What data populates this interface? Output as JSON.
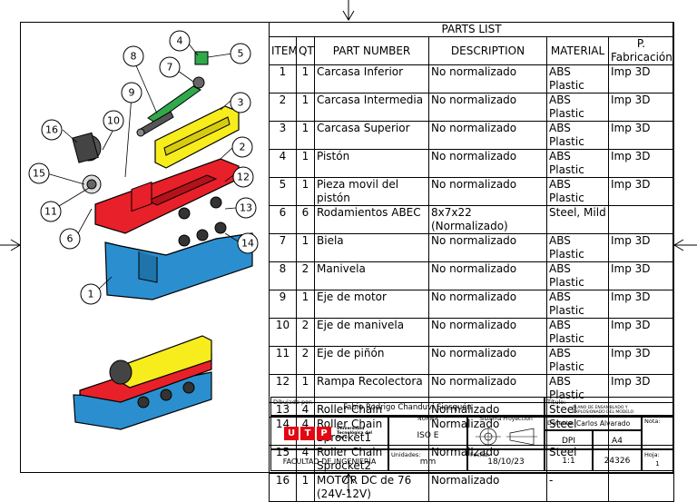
{
  "parts_list": {
    "title": "PARTS LIST",
    "headers": [
      "ITEM",
      "QTY",
      "PART NUMBER",
      "DESCRIPTION",
      "MATERIAL",
      "P. Fabricación"
    ],
    "rows": [
      {
        "item": "1",
        "qty": "1",
        "part": "Carcasa Inferior",
        "desc": "No normalizado",
        "mat": "ABS Plastic",
        "fab": "Imp 3D"
      },
      {
        "item": "2",
        "qty": "1",
        "part": "Carcasa Intermedia",
        "desc": "No normalizado",
        "mat": "ABS Plastic",
        "fab": "Imp 3D"
      },
      {
        "item": "3",
        "qty": "1",
        "part": "Carcasa Superior",
        "desc": "No normalizado",
        "mat": "ABS Plastic",
        "fab": "Imp 3D"
      },
      {
        "item": "4",
        "qty": "1",
        "part": "Pistón",
        "desc": "No normalizado",
        "mat": "ABS Plastic",
        "fab": "Imp 3D"
      },
      {
        "item": "5",
        "qty": "1",
        "part": "Pieza movil del pistón",
        "desc": "No normalizado",
        "mat": "ABS Plastic",
        "fab": "Imp 3D"
      },
      {
        "item": "6",
        "qty": "6",
        "part": "Rodamientos ABEC",
        "desc": "8x7x22 (Normalizado)",
        "mat": "Steel, Mild",
        "fab": ""
      },
      {
        "item": "7",
        "qty": "1",
        "part": "Biela",
        "desc": "No normalizado",
        "mat": "ABS Plastic",
        "fab": "Imp 3D"
      },
      {
        "item": "8",
        "qty": "2",
        "part": "Manivela",
        "desc": "No normalizado",
        "mat": "ABS Plastic",
        "fab": "Imp 3D"
      },
      {
        "item": "9",
        "qty": "1",
        "part": "Eje de motor",
        "desc": "No normalizado",
        "mat": "ABS Plastic",
        "fab": "Imp 3D"
      },
      {
        "item": "10",
        "qty": "2",
        "part": "Eje de manivela",
        "desc": "No normalizado",
        "mat": "ABS Plastic",
        "fab": "Imp 3D"
      },
      {
        "item": "11",
        "qty": "2",
        "part": "Eje de piñón",
        "desc": "No normalizado",
        "mat": "ABS Plastic",
        "fab": "Imp 3D"
      },
      {
        "item": "12",
        "qty": "1",
        "part": "Rampa Recolectora",
        "desc": "No normalizado",
        "mat": "ABS Plastic",
        "fab": "Imp 3D"
      },
      {
        "item": "13",
        "qty": "4",
        "part": "Roller Chain",
        "desc": "Normalizado",
        "mat": "Steel",
        "fab": ""
      },
      {
        "item": "14",
        "qty": "4",
        "part": "Roller Chain Sprocket1",
        "desc": "Normalizado",
        "mat": "Steel",
        "fab": ""
      },
      {
        "item": "15",
        "qty": "4",
        "part": "Roller Chain Sprocket2",
        "desc": "Normalizado",
        "mat": "Steel",
        "fab": ""
      },
      {
        "item": "16",
        "qty": "1",
        "part": "MOTOR DC de 76 (24V-12V)",
        "desc": "Normalizado",
        "mat": "-",
        "fab": ""
      }
    ]
  },
  "title_block": {
    "drawn_by_label": "Dibujado por:",
    "drawn_by": "Fabio Rodrigo Chanduví Siesquén",
    "title_label": "Título:",
    "title": "PLANO DE ENSAMBLADO Y EXPLOSIONADO DEL MODELO",
    "norma_label": "NORMA",
    "norma": "ISO E",
    "projection_label": "Sistema Proyección",
    "docente_label": "Docente:",
    "docente": "Carlos Alvarado",
    "nota_label": "Nota:",
    "dept": "DPI",
    "format": "A4",
    "units_label": "Unidades:",
    "units": "mm",
    "date_label": "Fecha:",
    "date": "18/10/23",
    "scale": "1:1",
    "code": "24326",
    "sheet_label": "Hoja:",
    "sheet": "1",
    "faculty": "FACULTAD DE INGENIERÍA",
    "logo_letters": [
      "U",
      "T",
      "P"
    ],
    "logo_text": "Universidad Tecnológica del Perú",
    "logo_color": "#e30613"
  },
  "callouts": [
    "1",
    "2",
    "3",
    "4",
    "5",
    "6",
    "7",
    "8",
    "9",
    "10",
    "11",
    "12",
    "13",
    "14",
    "15",
    "16"
  ],
  "colors": {
    "red": "#e8202a",
    "blue": "#2b8fcf",
    "yellow": "#f7ec1c",
    "green": "#2fa94a",
    "dark": "#333333"
  }
}
